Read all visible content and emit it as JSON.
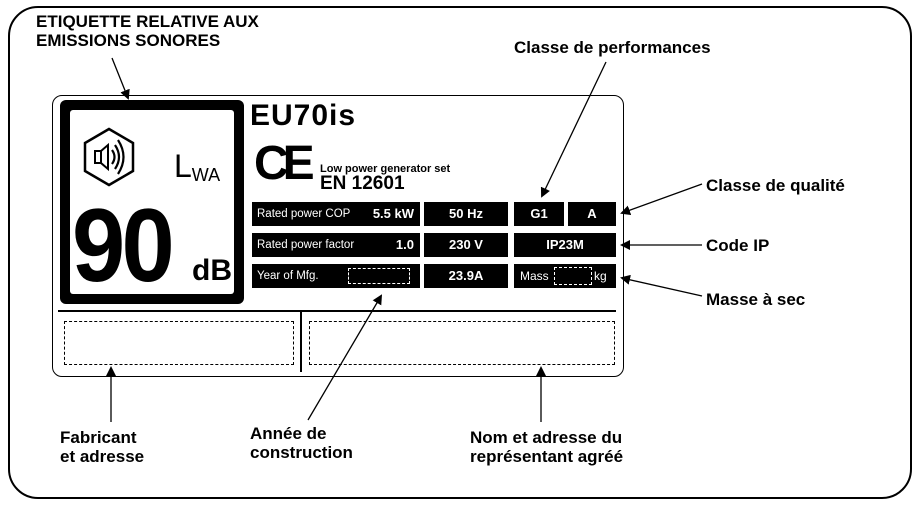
{
  "callouts": {
    "noise_label": [
      "ETIQUETTE RELATIVE AUX",
      "EMISSIONS SONORES"
    ],
    "performance_class": "Classe de performances",
    "quality_class": "Classe de qualité",
    "ip_code": "Code IP",
    "dry_mass": "Masse à sec",
    "manufacturer": [
      "Fabricant",
      "et adresse"
    ],
    "year": [
      "Année de",
      "construction"
    ],
    "representative": [
      "Nom et adresse du",
      "représentant agréé"
    ]
  },
  "noise_label": {
    "lwa": "L",
    "lwa_sub": "WA",
    "value": "90",
    "unit": "dB",
    "icon": "speaker-sound-icon"
  },
  "plate": {
    "model": "EU70is",
    "ce_mark": "CE",
    "description": "Low power generator set",
    "standard": "EN 12601",
    "rated_power_cop_label": "Rated power COP",
    "rated_power_cop_value": "5.5 kW",
    "frequency": "50 Hz",
    "performance_class": "G1",
    "quality_class": "A",
    "rated_power_factor_label": "Rated power factor",
    "rated_power_factor_value": "1.0",
    "voltage": "230 V",
    "ip_code": "IP23M",
    "year_label": "Year of Mfg.",
    "current": "23.9A",
    "mass_label": "Mass",
    "mass_unit": "kg"
  }
}
